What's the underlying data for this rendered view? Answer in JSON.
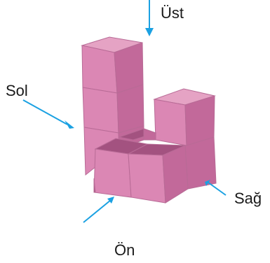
{
  "view_labels": {
    "top": "Üst",
    "left": "Sol",
    "right": "Sağ",
    "front": "Ön"
  },
  "colors": {
    "cube_top": "#e5a3c4",
    "cube_front": "#db87b4",
    "cube_side": "#c2699a",
    "cube_shadow": "#a35280",
    "arrow": "#1ba1e2"
  }
}
